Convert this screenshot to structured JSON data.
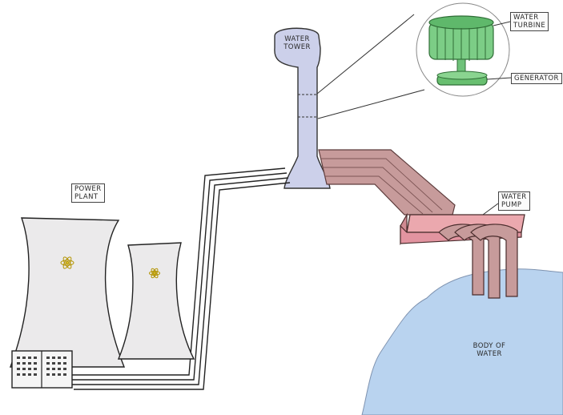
{
  "labels": {
    "water_turbine": "Water\nTurbine",
    "generator": "Generator",
    "water_tower": "Water\nTower",
    "power_plant": "Power\nPlant",
    "water_pump": "Water\nPump",
    "body_of_water": "Body of\nWater"
  },
  "colors": {
    "paper": "#ffffff",
    "outline": "#333333",
    "tower_fill": "#ccd0ea",
    "turbine_green": "#7ccd86",
    "generator_green": "#68bf70",
    "pipe_brown": "#c79b9b",
    "pump_pink": "#eba8ae",
    "water_blue": "#b9d3ef",
    "cooling_tower": "#ebeaeb",
    "atom_yellow": "#d9be2d"
  },
  "icons": [
    "atom-symbol-icon",
    "control-panel-icon"
  ]
}
